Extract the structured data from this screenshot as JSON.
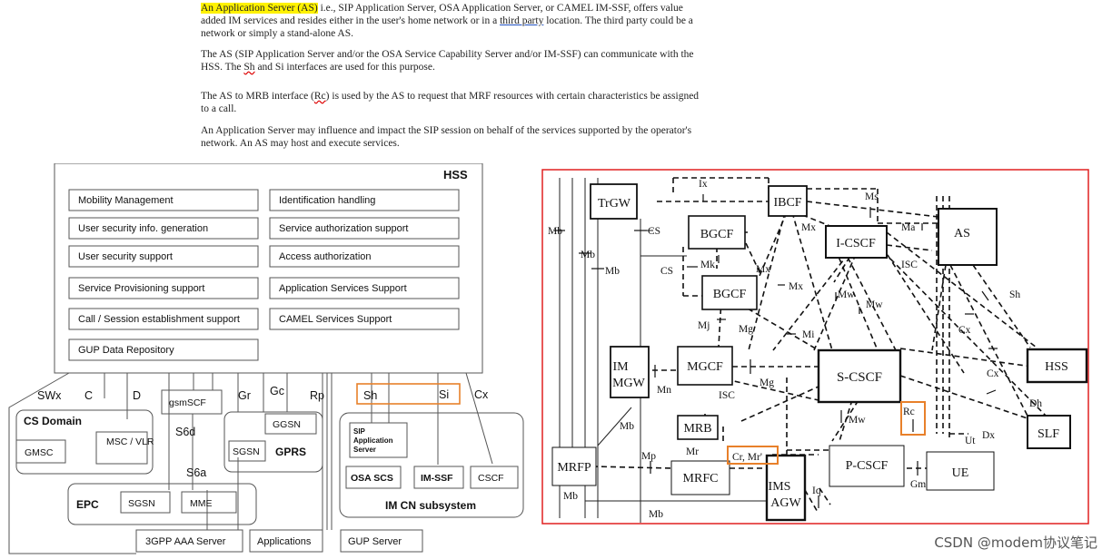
{
  "text": {
    "p1_highlight": "An Application Server (AS)",
    "p1_l1_rest": " i.e., SIP Application Server, OSA Application Server, or CAMEL IM-SSF, offers value",
    "p1_l2a": "added IM services and resides either in the user's home network or in a ",
    "p1_l2_link": "third party",
    "p1_l2b": " location. The third party could be a",
    "p1_l3": "network or simply a stand-alone AS.",
    "p2_l1": "The AS (SIP Application Server and/or the OSA Service Capability Server and/or IM-SSF) can communicate with the",
    "p2_l2a": "HSS. The ",
    "p2_l2_sh": "Sh",
    "p2_l2b": " and Si interfaces are used for this purpose.",
    "p3_l1a": "The AS to MRB interface (",
    "p3_l1_rc": "Rc",
    "p3_l1b": ") is used by the AS to request that MRF resources with certain characteristics be assigned",
    "p3_l2": "to a call.",
    "p4_l1": "An Application Server may influence and impact the SIP session on behalf of the services supported by the operator's",
    "p4_l2": "network. An AS may host and execute services."
  },
  "hss": {
    "title": "HSS",
    "functions": [
      "Mobility Management",
      "User security info. generation",
      "User security support",
      "Service Provisioning support",
      "Call / Session establishment support",
      "GUP Data Repository",
      "Identification handling",
      "Service authorization support",
      "Access authorization",
      "Application Services Support",
      "CAMEL Services Support"
    ],
    "interfaces": {
      "swx": "SWx",
      "c": "C",
      "d": "D",
      "gr": "Gr",
      "gc": "Gc",
      "rp": "Rp",
      "s6d": "S6d",
      "s6a": "S6a",
      "sh": "Sh",
      "si": "Si",
      "cx": "Cx"
    },
    "nodes": {
      "cs_domain": "CS Domain",
      "gmsc": "GMSC",
      "msc_vlr": "MSC / VLR",
      "gsmscf": "gsmSCF",
      "ggsn": "GGSN",
      "sgsn": "SGSN",
      "gprs": "GPRS",
      "epc": "EPC",
      "epc_sgsn": "SGSN",
      "mme": "MME",
      "sip_as_1": "SIP",
      "sip_as_2": "Application",
      "sip_as_3": "Server",
      "osa_scs": "OSA SCS",
      "im_ssf": "IM-SSF",
      "cscf": "CSCF",
      "im_cn": "IM CN subsystem",
      "aaa": "3GPP AAA Server",
      "applications": "Applications",
      "gup": "GUP Server"
    }
  },
  "ims": {
    "nodes": {
      "trgw": "TrGW",
      "bgcf1": "BGCF",
      "bgcf2": "BGCF",
      "ibcf": "IBCF",
      "icscf": "I-CSCF",
      "as": "AS",
      "im_mgw_1": "IM",
      "im_mgw_2": "MGW",
      "mgcf": "MGCF",
      "scscf": "S-CSCF",
      "hss": "HSS",
      "mrb": "MRB",
      "slf": "SLF",
      "mrfp": "MRFP",
      "mrfc": "MRFC",
      "ims_agw_1": "IMS",
      "ims_agw_2": "AGW",
      "pcscf": "P-CSCF",
      "ue": "UE"
    },
    "labels": {
      "ix": "Ix",
      "ms": "Ms",
      "mb1": "Mb",
      "mb2": "Mb",
      "mb3": "Mb",
      "cs1": "CS",
      "cs2": "CS",
      "mx1": "Mx",
      "mx2": "Mx",
      "mx3": "Mx",
      "ma": "Ma",
      "mk": "Mk",
      "isc1": "ISC",
      "isc2": "ISC",
      "mw1": "Mw",
      "mw2": "Mw",
      "mw3": "Mw",
      "sh": "Sh",
      "mj": "Mj",
      "mg1": "Mg",
      "mg2": "Mg",
      "mi": "Mi",
      "cx1": "Cx",
      "cx2": "Cx",
      "mn": "Mn",
      "dh": "Dh",
      "dx": "Dx",
      "rc": "Rc",
      "ut": "Ut",
      "mb4": "Mb",
      "mp": "Mp",
      "mr": "Mr",
      "cr_mr": "Cr, Mr'",
      "gm": "Gm",
      "iq": "Iq",
      "mb5": "Mb",
      "mb6": "Mb"
    }
  },
  "watermark": "CSDN @modem协议笔记",
  "colors": {
    "highlight": "#fff200",
    "orange_box": "#e8802a",
    "red_frame": "#e02020"
  }
}
